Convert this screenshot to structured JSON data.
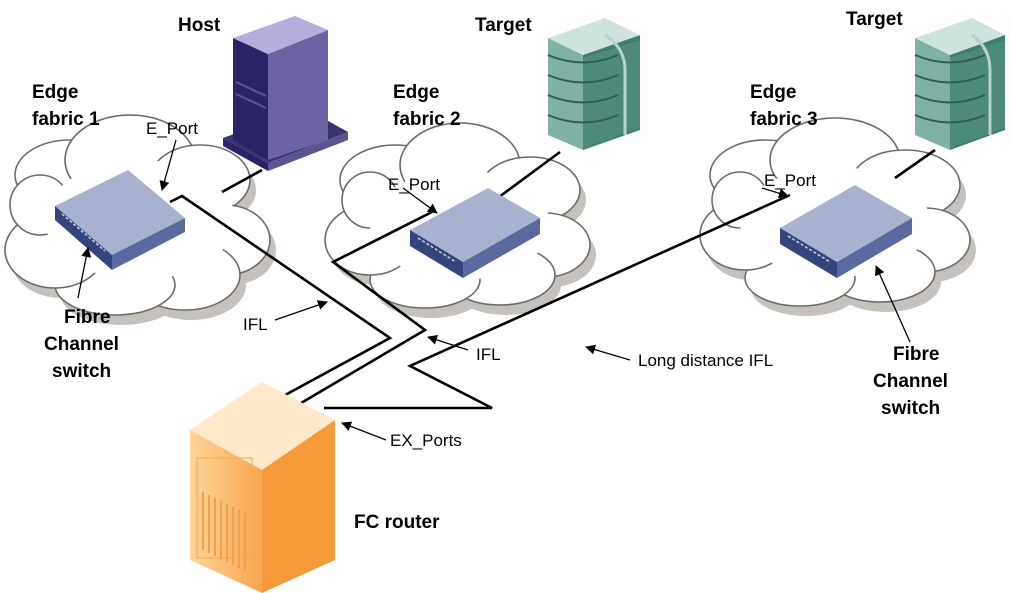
{
  "host": {
    "label": "Host"
  },
  "targets": [
    {
      "label": "Target"
    },
    {
      "label": "Target"
    }
  ],
  "edge_fabrics": [
    {
      "line1": "Edge",
      "line2": "fabric 1",
      "port_label": "E_Port"
    },
    {
      "line1": "Edge",
      "line2": "fabric 2",
      "port_label": "E_Port"
    },
    {
      "line1": "Edge",
      "line2": "fabric 3",
      "port_label": "E_Port"
    }
  ],
  "switch_labels": {
    "left": [
      "Fibre",
      "Channel",
      "switch"
    ],
    "right": [
      "Fibre",
      "Channel",
      "switch"
    ]
  },
  "links": {
    "ifl_left": "IFL",
    "ifl_middle": "IFL",
    "long_distance": "Long distance IFL",
    "ex_ports": "EX_Ports"
  },
  "router": {
    "label": "FC router"
  },
  "colors": {
    "host": "#2a2466",
    "target": "#4e8a7c",
    "switch": "#3b4f8a",
    "router": "#f5a04a",
    "cloud_shadow": "#c5c2bd"
  }
}
